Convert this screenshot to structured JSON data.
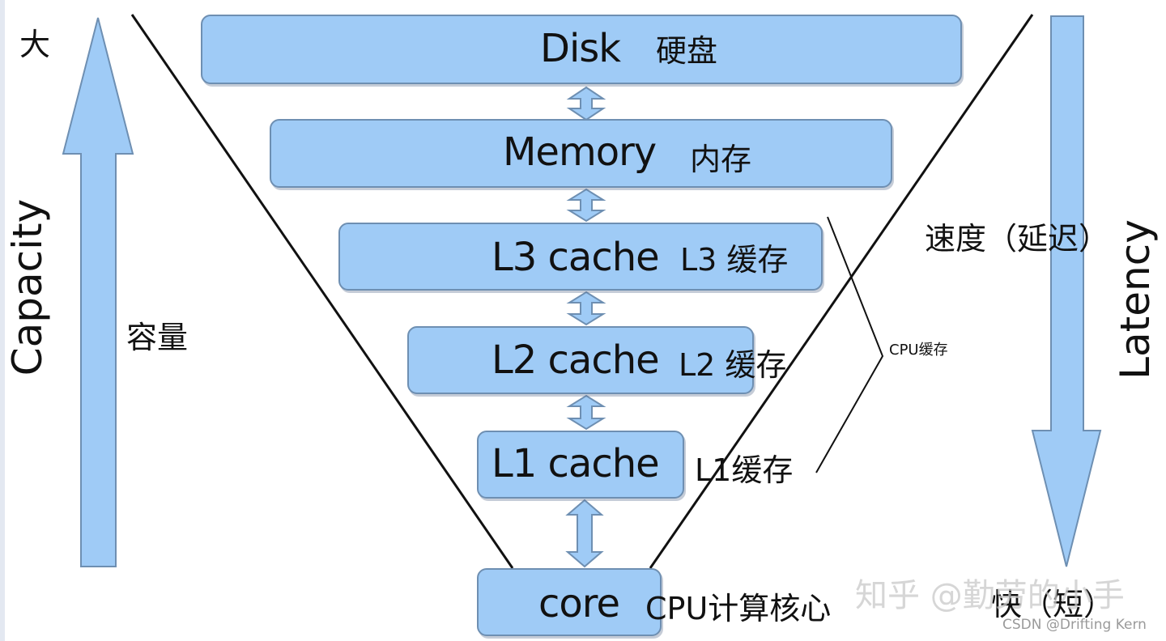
{
  "levels": [
    {
      "name": "Disk",
      "cn": "硬盘"
    },
    {
      "name": "Memory",
      "cn": "内存"
    },
    {
      "name": "L3 cache",
      "cn": "L3 缓存"
    },
    {
      "name": "L2 cache",
      "cn": "L2 缓存"
    },
    {
      "name": "L1 cache",
      "cn": "L1缓存"
    },
    {
      "name": "core",
      "cn": "CPU计算核心"
    }
  ],
  "capacity": {
    "top": "大",
    "label": "Capacity",
    "cn": "容量"
  },
  "latency": {
    "label": "Latency",
    "cn": "速度（延迟）",
    "bottom": "快（短）"
  },
  "cpu_cache_label": "CPU缓存",
  "watermark": "知乎 @勤劳的小手",
  "credit": "CSDN @Drifting Kern",
  "colors": {
    "box": "#9fcbf6",
    "box_border": "#6e8fb2",
    "arrow": "#9fcbf6"
  }
}
